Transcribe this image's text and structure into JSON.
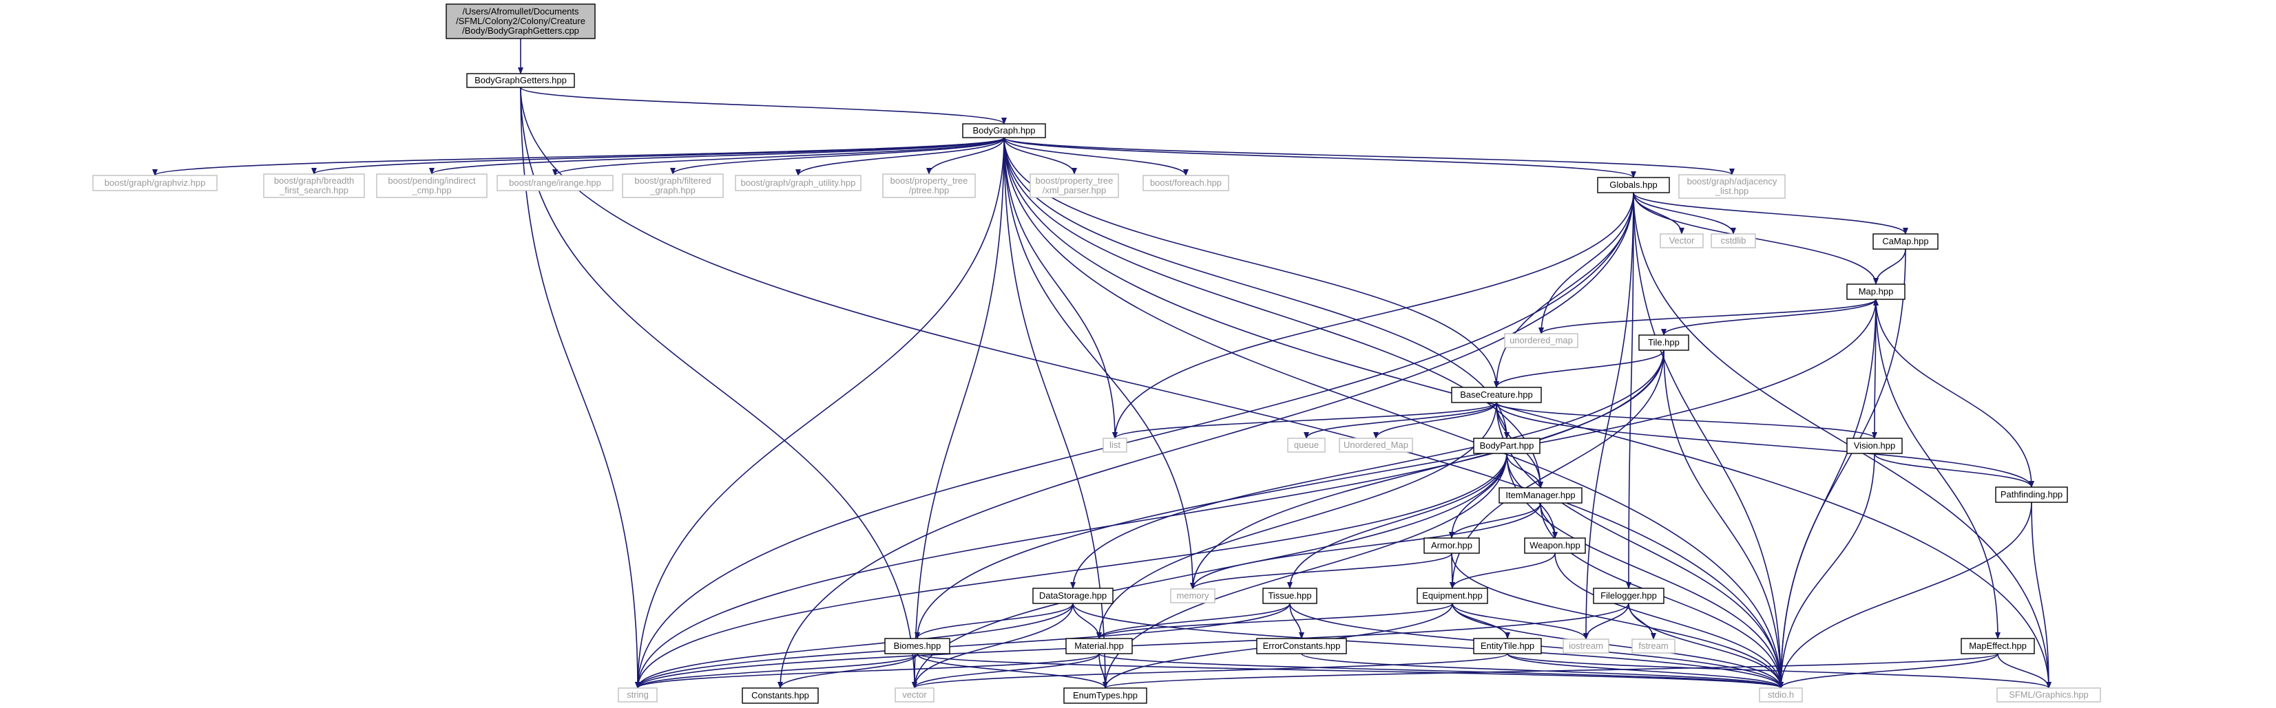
{
  "title": "/Users/Afromullet/Documents/SFML/Colony2/Colony/Creature/Body/BodyGraphGetters.cpp",
  "colors": {
    "edge": "#191970",
    "root_fill": "#bfbfbf",
    "root_border": "#000000",
    "local_border": "#000000",
    "system_border": "#bfbfbf",
    "system_text": "#9a9a9a",
    "background": "#ffffff"
  },
  "nodes": [
    {
      "id": "root",
      "kind": "root",
      "lines": [
        "/Users/Afromullet/Documents",
        "/SFML/Colony2/Colony/Creature",
        "/Body/BodyGraphGetters.cpp"
      ]
    },
    {
      "id": "bgg",
      "kind": "local",
      "lines": [
        "BodyGraphGetters.hpp"
      ]
    },
    {
      "id": "bodygraph",
      "kind": "local",
      "lines": [
        "BodyGraph.hpp"
      ]
    },
    {
      "id": "graphviz",
      "kind": "system",
      "lines": [
        "boost/graph/graphviz.hpp"
      ]
    },
    {
      "id": "bfs",
      "kind": "system",
      "lines": [
        "boost/graph/breadth",
        "_first_search.hpp"
      ]
    },
    {
      "id": "indirect",
      "kind": "system",
      "lines": [
        "boost/pending/indirect",
        "_cmp.hpp"
      ]
    },
    {
      "id": "irange",
      "kind": "system",
      "lines": [
        "boost/range/irange.hpp"
      ]
    },
    {
      "id": "filtered",
      "kind": "system",
      "lines": [
        "boost/graph/filtered",
        "_graph.hpp"
      ]
    },
    {
      "id": "gutility",
      "kind": "system",
      "lines": [
        "boost/graph/graph_utility.hpp"
      ]
    },
    {
      "id": "ptree",
      "kind": "system",
      "lines": [
        "boost/property_tree",
        "/ptree.hpp"
      ]
    },
    {
      "id": "xmlparser",
      "kind": "system",
      "lines": [
        "boost/property_tree",
        "/xml_parser.hpp"
      ]
    },
    {
      "id": "foreach",
      "kind": "system",
      "lines": [
        "boost/foreach.hpp"
      ]
    },
    {
      "id": "globals",
      "kind": "local",
      "lines": [
        "Globals.hpp"
      ]
    },
    {
      "id": "adjlist",
      "kind": "system",
      "lines": [
        "boost/graph/adjacency",
        "_list.hpp"
      ]
    },
    {
      "id": "vector_cap",
      "kind": "system",
      "lines": [
        "Vector"
      ]
    },
    {
      "id": "cstdlib",
      "kind": "system",
      "lines": [
        "cstdlib"
      ]
    },
    {
      "id": "camap",
      "kind": "local",
      "lines": [
        "CaMap.hpp"
      ]
    },
    {
      "id": "map",
      "kind": "local",
      "lines": [
        "Map.hpp"
      ]
    },
    {
      "id": "unordered_map",
      "kind": "system",
      "lines": [
        "unordered_map"
      ]
    },
    {
      "id": "tile",
      "kind": "local",
      "lines": [
        "Tile.hpp"
      ]
    },
    {
      "id": "basecreature",
      "kind": "local",
      "lines": [
        "BaseCreature.hpp"
      ]
    },
    {
      "id": "list",
      "kind": "system",
      "lines": [
        "list"
      ]
    },
    {
      "id": "queue",
      "kind": "system",
      "lines": [
        "queue"
      ]
    },
    {
      "id": "unordered_map_cap",
      "kind": "system",
      "lines": [
        "Unordered_Map"
      ]
    },
    {
      "id": "bodypart",
      "kind": "local",
      "lines": [
        "BodyPart.hpp"
      ]
    },
    {
      "id": "vision",
      "kind": "local",
      "lines": [
        "Vision.hpp"
      ]
    },
    {
      "id": "pathfinding",
      "kind": "local",
      "lines": [
        "Pathfinding.hpp"
      ]
    },
    {
      "id": "itemmanager",
      "kind": "local",
      "lines": [
        "ItemManager.hpp"
      ]
    },
    {
      "id": "armor",
      "kind": "local",
      "lines": [
        "Armor.hpp"
      ]
    },
    {
      "id": "weapon",
      "kind": "local",
      "lines": [
        "Weapon.hpp"
      ]
    },
    {
      "id": "memory",
      "kind": "system",
      "lines": [
        "memory"
      ]
    },
    {
      "id": "datastorage",
      "kind": "local",
      "lines": [
        "DataStorage.hpp"
      ]
    },
    {
      "id": "tissue",
      "kind": "local",
      "lines": [
        "Tissue.hpp"
      ]
    },
    {
      "id": "equipment",
      "kind": "local",
      "lines": [
        "Equipment.hpp"
      ]
    },
    {
      "id": "filelogger",
      "kind": "local",
      "lines": [
        "Filelogger.hpp"
      ]
    },
    {
      "id": "mapeffect",
      "kind": "local",
      "lines": [
        "MapEffect.hpp"
      ]
    },
    {
      "id": "material",
      "kind": "local",
      "lines": [
        "Material.hpp"
      ]
    },
    {
      "id": "errorconstants",
      "kind": "local",
      "lines": [
        "ErrorConstants.hpp"
      ]
    },
    {
      "id": "entitytile",
      "kind": "local",
      "lines": [
        "EntityTile.hpp"
      ]
    },
    {
      "id": "iostream",
      "kind": "system",
      "lines": [
        "iostream"
      ]
    },
    {
      "id": "fstream",
      "kind": "system",
      "lines": [
        "fstream"
      ]
    },
    {
      "id": "biomes",
      "kind": "local",
      "lines": [
        "Biomes.hpp"
      ]
    },
    {
      "id": "string",
      "kind": "system",
      "lines": [
        "string"
      ]
    },
    {
      "id": "constants",
      "kind": "local",
      "lines": [
        "Constants.hpp"
      ]
    },
    {
      "id": "vector",
      "kind": "system",
      "lines": [
        "vector"
      ]
    },
    {
      "id": "enumtypes",
      "kind": "local",
      "lines": [
        "EnumTypes.hpp"
      ]
    },
    {
      "id": "stdio",
      "kind": "system",
      "lines": [
        "stdio.h"
      ]
    },
    {
      "id": "sfmlgraphics",
      "kind": "system",
      "lines": [
        "SFML/Graphics.hpp"
      ]
    }
  ],
  "edges": [
    [
      "root",
      "bgg"
    ],
    [
      "bgg",
      "bodygraph"
    ],
    [
      "bgg",
      "string"
    ],
    [
      "bgg",
      "vector"
    ],
    [
      "bgg",
      "stdio"
    ],
    [
      "bodygraph",
      "graphviz"
    ],
    [
      "bodygraph",
      "bfs"
    ],
    [
      "bodygraph",
      "indirect"
    ],
    [
      "bodygraph",
      "irange"
    ],
    [
      "bodygraph",
      "filtered"
    ],
    [
      "bodygraph",
      "gutility"
    ],
    [
      "bodygraph",
      "ptree"
    ],
    [
      "bodygraph",
      "xmlparser"
    ],
    [
      "bodygraph",
      "foreach"
    ],
    [
      "bodygraph",
      "globals"
    ],
    [
      "bodygraph",
      "adjlist"
    ],
    [
      "bodygraph",
      "string"
    ],
    [
      "bodygraph",
      "vector"
    ],
    [
      "bodygraph",
      "list"
    ],
    [
      "bodygraph",
      "memory"
    ],
    [
      "bodygraph",
      "enumtypes"
    ],
    [
      "bodygraph",
      "basecreature"
    ],
    [
      "bodygraph",
      "bodypart"
    ],
    [
      "bodygraph",
      "itemmanager"
    ],
    [
      "bodygraph",
      "stdio"
    ],
    [
      "bodygraph",
      "sfmlgraphics"
    ],
    [
      "globals",
      "vector_cap"
    ],
    [
      "globals",
      "cstdlib"
    ],
    [
      "globals",
      "camap"
    ],
    [
      "globals",
      "map"
    ],
    [
      "globals",
      "unordered_map"
    ],
    [
      "globals",
      "basecreature"
    ],
    [
      "globals",
      "list"
    ],
    [
      "globals",
      "string"
    ],
    [
      "globals",
      "constants"
    ],
    [
      "globals",
      "filelogger"
    ],
    [
      "globals",
      "iostream"
    ],
    [
      "globals",
      "stdio"
    ],
    [
      "globals",
      "sfmlgraphics"
    ],
    [
      "camap",
      "map"
    ],
    [
      "camap",
      "stdio"
    ],
    [
      "map",
      "unordered_map"
    ],
    [
      "map",
      "tile"
    ],
    [
      "map",
      "biomes"
    ],
    [
      "map",
      "mapeffect"
    ],
    [
      "map",
      "stdio"
    ],
    [
      "tile",
      "basecreature"
    ],
    [
      "tile",
      "datastorage"
    ],
    [
      "tile",
      "equipment"
    ],
    [
      "tile",
      "memory"
    ],
    [
      "tile",
      "string"
    ],
    [
      "tile",
      "stdio"
    ],
    [
      "basecreature",
      "list"
    ],
    [
      "basecreature",
      "queue"
    ],
    [
      "basecreature",
      "unordered_map_cap"
    ],
    [
      "basecreature",
      "bodypart"
    ],
    [
      "basecreature",
      "vision"
    ],
    [
      "basecreature",
      "pathfinding"
    ],
    [
      "basecreature",
      "itemmanager"
    ],
    [
      "basecreature",
      "material"
    ],
    [
      "basecreature",
      "stdio"
    ],
    [
      "vision",
      "map"
    ],
    [
      "vision",
      "pathfinding"
    ],
    [
      "vision",
      "stdio"
    ],
    [
      "pathfinding",
      "map"
    ],
    [
      "pathfinding",
      "stdio"
    ],
    [
      "pathfinding",
      "sfmlgraphics"
    ],
    [
      "bodypart",
      "itemmanager"
    ],
    [
      "bodypart",
      "armor"
    ],
    [
      "bodypart",
      "weapon"
    ],
    [
      "bodypart",
      "tissue"
    ],
    [
      "bodypart",
      "string"
    ],
    [
      "bodypart",
      "vector"
    ],
    [
      "bodypart",
      "enumtypes"
    ],
    [
      "bodypart",
      "stdio"
    ],
    [
      "itemmanager",
      "armor"
    ],
    [
      "itemmanager",
      "weapon"
    ],
    [
      "itemmanager",
      "memory"
    ],
    [
      "itemmanager",
      "stdio"
    ],
    [
      "armor",
      "equipment"
    ],
    [
      "armor",
      "memory"
    ],
    [
      "armor",
      "stdio"
    ],
    [
      "weapon",
      "equipment"
    ],
    [
      "weapon",
      "stdio"
    ],
    [
      "datastorage",
      "material"
    ],
    [
      "datastorage",
      "biomes"
    ],
    [
      "datastorage",
      "string"
    ],
    [
      "datastorage",
      "vector"
    ],
    [
      "datastorage",
      "stdio"
    ],
    [
      "tissue",
      "material"
    ],
    [
      "tissue",
      "errorconstants"
    ],
    [
      "tissue",
      "string"
    ],
    [
      "tissue",
      "stdio"
    ],
    [
      "equipment",
      "material"
    ],
    [
      "equipment",
      "entitytile"
    ],
    [
      "equipment",
      "iostream"
    ],
    [
      "equipment",
      "enumtypes"
    ],
    [
      "equipment",
      "stdio"
    ],
    [
      "filelogger",
      "iostream"
    ],
    [
      "filelogger",
      "fstream"
    ],
    [
      "filelogger",
      "stdio"
    ],
    [
      "filelogger",
      "string"
    ],
    [
      "mapeffect",
      "enumtypes"
    ],
    [
      "mapeffect",
      "sfmlgraphics"
    ],
    [
      "mapeffect",
      "stdio"
    ],
    [
      "material",
      "enumtypes"
    ],
    [
      "material",
      "string"
    ],
    [
      "material",
      "vector"
    ],
    [
      "material",
      "stdio"
    ],
    [
      "errorconstants",
      "stdio"
    ],
    [
      "entitytile",
      "vector"
    ],
    [
      "entitytile",
      "sfmlgraphics"
    ],
    [
      "entitytile",
      "stdio"
    ],
    [
      "biomes",
      "string"
    ],
    [
      "biomes",
      "constants"
    ],
    [
      "biomes",
      "enumtypes"
    ],
    [
      "biomes",
      "stdio"
    ]
  ]
}
